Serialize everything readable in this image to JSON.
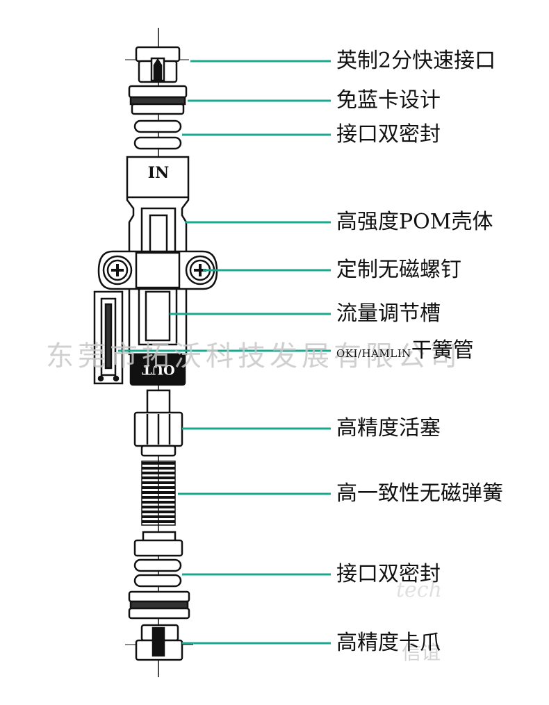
{
  "labels": {
    "quick_connector": "英制2分快速接口",
    "no_collet_design": "免蓝卡设计",
    "double_seal_top": "接口双密封",
    "pom_body_prefix": "高强度",
    "pom_body_suffix": "POM壳体",
    "custom_screw": "定制无磁螺钉",
    "flow_groove": "流量调节槽",
    "reed_brand": "OKI/HAMLIN",
    "reed_suffix": "干簧管",
    "piston": "高精度活塞",
    "spring": "高一致性无磁弹簧",
    "double_seal_bottom": "接口双密封",
    "clip": "高精度卡爪"
  },
  "markings": {
    "inlet": "IN",
    "outlet": "OUT"
  },
  "watermark": {
    "company": "东莞市拓沃科技发展有限公司",
    "faint_1": "信谊",
    "faint_2": "tech"
  },
  "colors": {
    "leader_line": "#1aa88f",
    "outline": "#111111",
    "watermark": "#c8c8c8"
  }
}
